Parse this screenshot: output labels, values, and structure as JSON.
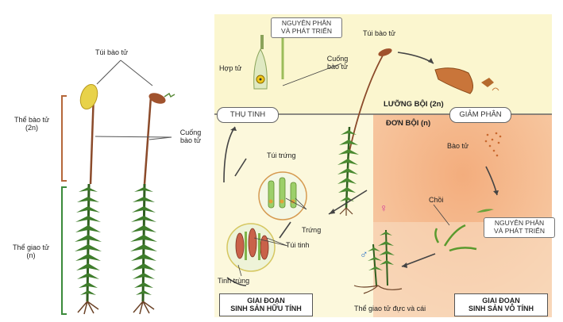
{
  "left_panel": {
    "sporangium_label": "Túi bào tử",
    "sporophyte_label": "Thể bào tử\n(2n)",
    "stalk_label": "Cuống\nbào tử",
    "gametophyte_label": "Thể giao tử\n(n)"
  },
  "cycle": {
    "mitosis_top": "NGUYÊN PHÂN\nVÀ PHÁT TRIỂN",
    "sporangium": "Túi bào tử",
    "zygote": "Hợp tử",
    "stalk": "Cuống\nbào tử",
    "fertilization": "THỤ TINH",
    "diploid": "LƯỠNG BỘI (2n)",
    "haploid": "ĐƠN BỘI (n)",
    "meiosis": "GIẢM PHÂN",
    "spore": "Bào tử",
    "bud": "Chồi",
    "mitosis_right": "NGUYÊN PHÂN\nVÀ PHÁT TRIỂN",
    "archegonium": "Túi trứng",
    "egg": "Trứng",
    "antheridium": "Túi tinh",
    "sperm": "Tinh trùng",
    "gametophytes": "Thể giao tử đực và cái",
    "female_symbol": "♀",
    "male_symbol": "♂",
    "sexual_stage": "GIAI ĐOẠN\nSINH SẢN HỮU TÍNH",
    "asexual_stage": "GIAI ĐOẠN\nSINH SẢN VÔ TÍNH"
  },
  "colors": {
    "diploid_bg": "#fbf6cf",
    "haploid_bg": "#f7c9a1",
    "sexual_bg": "#fbf6cf",
    "bracket_sporophyte": "#b5673a",
    "bracket_gametophyte": "#3b8a3b",
    "moss_green": "#3e7d2b"
  }
}
